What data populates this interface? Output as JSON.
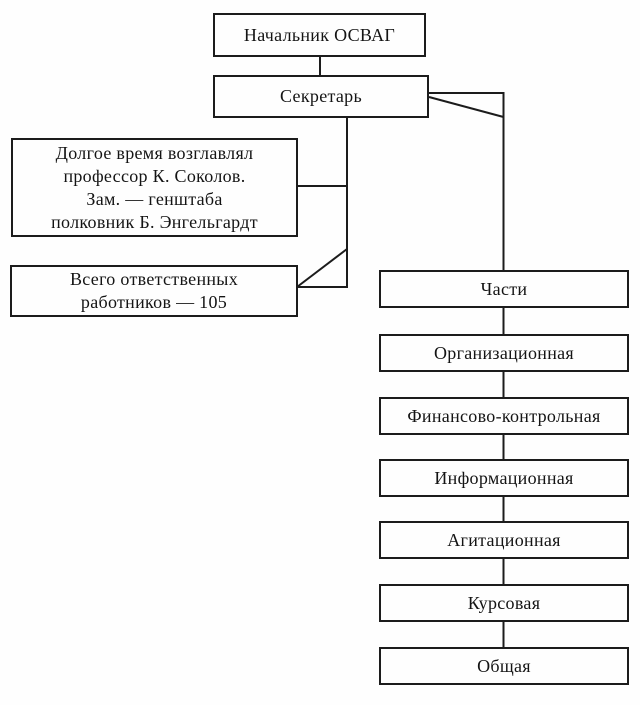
{
  "page": {
    "background": "#fefefe",
    "line_color": "#1c1c1c",
    "text_color": "#141414",
    "box_fill": "#fefefe"
  },
  "diagram": {
    "chief": {
      "label": "Начальник ОСВАГ"
    },
    "secretary": {
      "label": "Секретарь"
    },
    "leader_note": {
      "lines": [
        "Долгое время возглавлял",
        "профессор К. Соколов.",
        "Зам. — генштаба",
        "полковник Б. Энгельгардт"
      ]
    },
    "staff_note": {
      "lines": [
        "Всего ответственных",
        "работников — 105"
      ]
    },
    "departments": [
      "Части",
      "Организационная",
      "Финансово-контрольная",
      "Информационная",
      "Агитационная",
      "Курсовая",
      "Общая"
    ],
    "edges": [
      {
        "from": "chief",
        "to": "secretary"
      },
      {
        "from": "secretary",
        "to": "departments-column"
      },
      {
        "from": "secretary",
        "to": "leader-note"
      },
      {
        "from": "secretary",
        "to": "staff-note"
      },
      {
        "from": "each-department",
        "to": "next-department"
      }
    ]
  }
}
